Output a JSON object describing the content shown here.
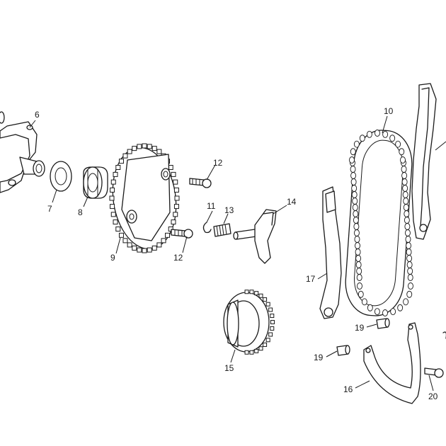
{
  "callouts": [
    {
      "id": "c6",
      "text": "6"
    },
    {
      "id": "c7",
      "text": "7"
    },
    {
      "id": "c8",
      "text": "8"
    },
    {
      "id": "c9",
      "text": "9"
    },
    {
      "id": "c10",
      "text": "10"
    },
    {
      "id": "c11",
      "text": "11"
    },
    {
      "id": "c12a",
      "text": "12"
    },
    {
      "id": "c12b",
      "text": "12"
    },
    {
      "id": "c13",
      "text": "13"
    },
    {
      "id": "c14",
      "text": "14"
    },
    {
      "id": "c15",
      "text": "15"
    },
    {
      "id": "c16",
      "text": "16"
    },
    {
      "id": "c17",
      "text": "17"
    },
    {
      "id": "c19a",
      "text": "19"
    },
    {
      "id": "c19b",
      "text": "19"
    },
    {
      "id": "c20",
      "text": "20"
    }
  ]
}
